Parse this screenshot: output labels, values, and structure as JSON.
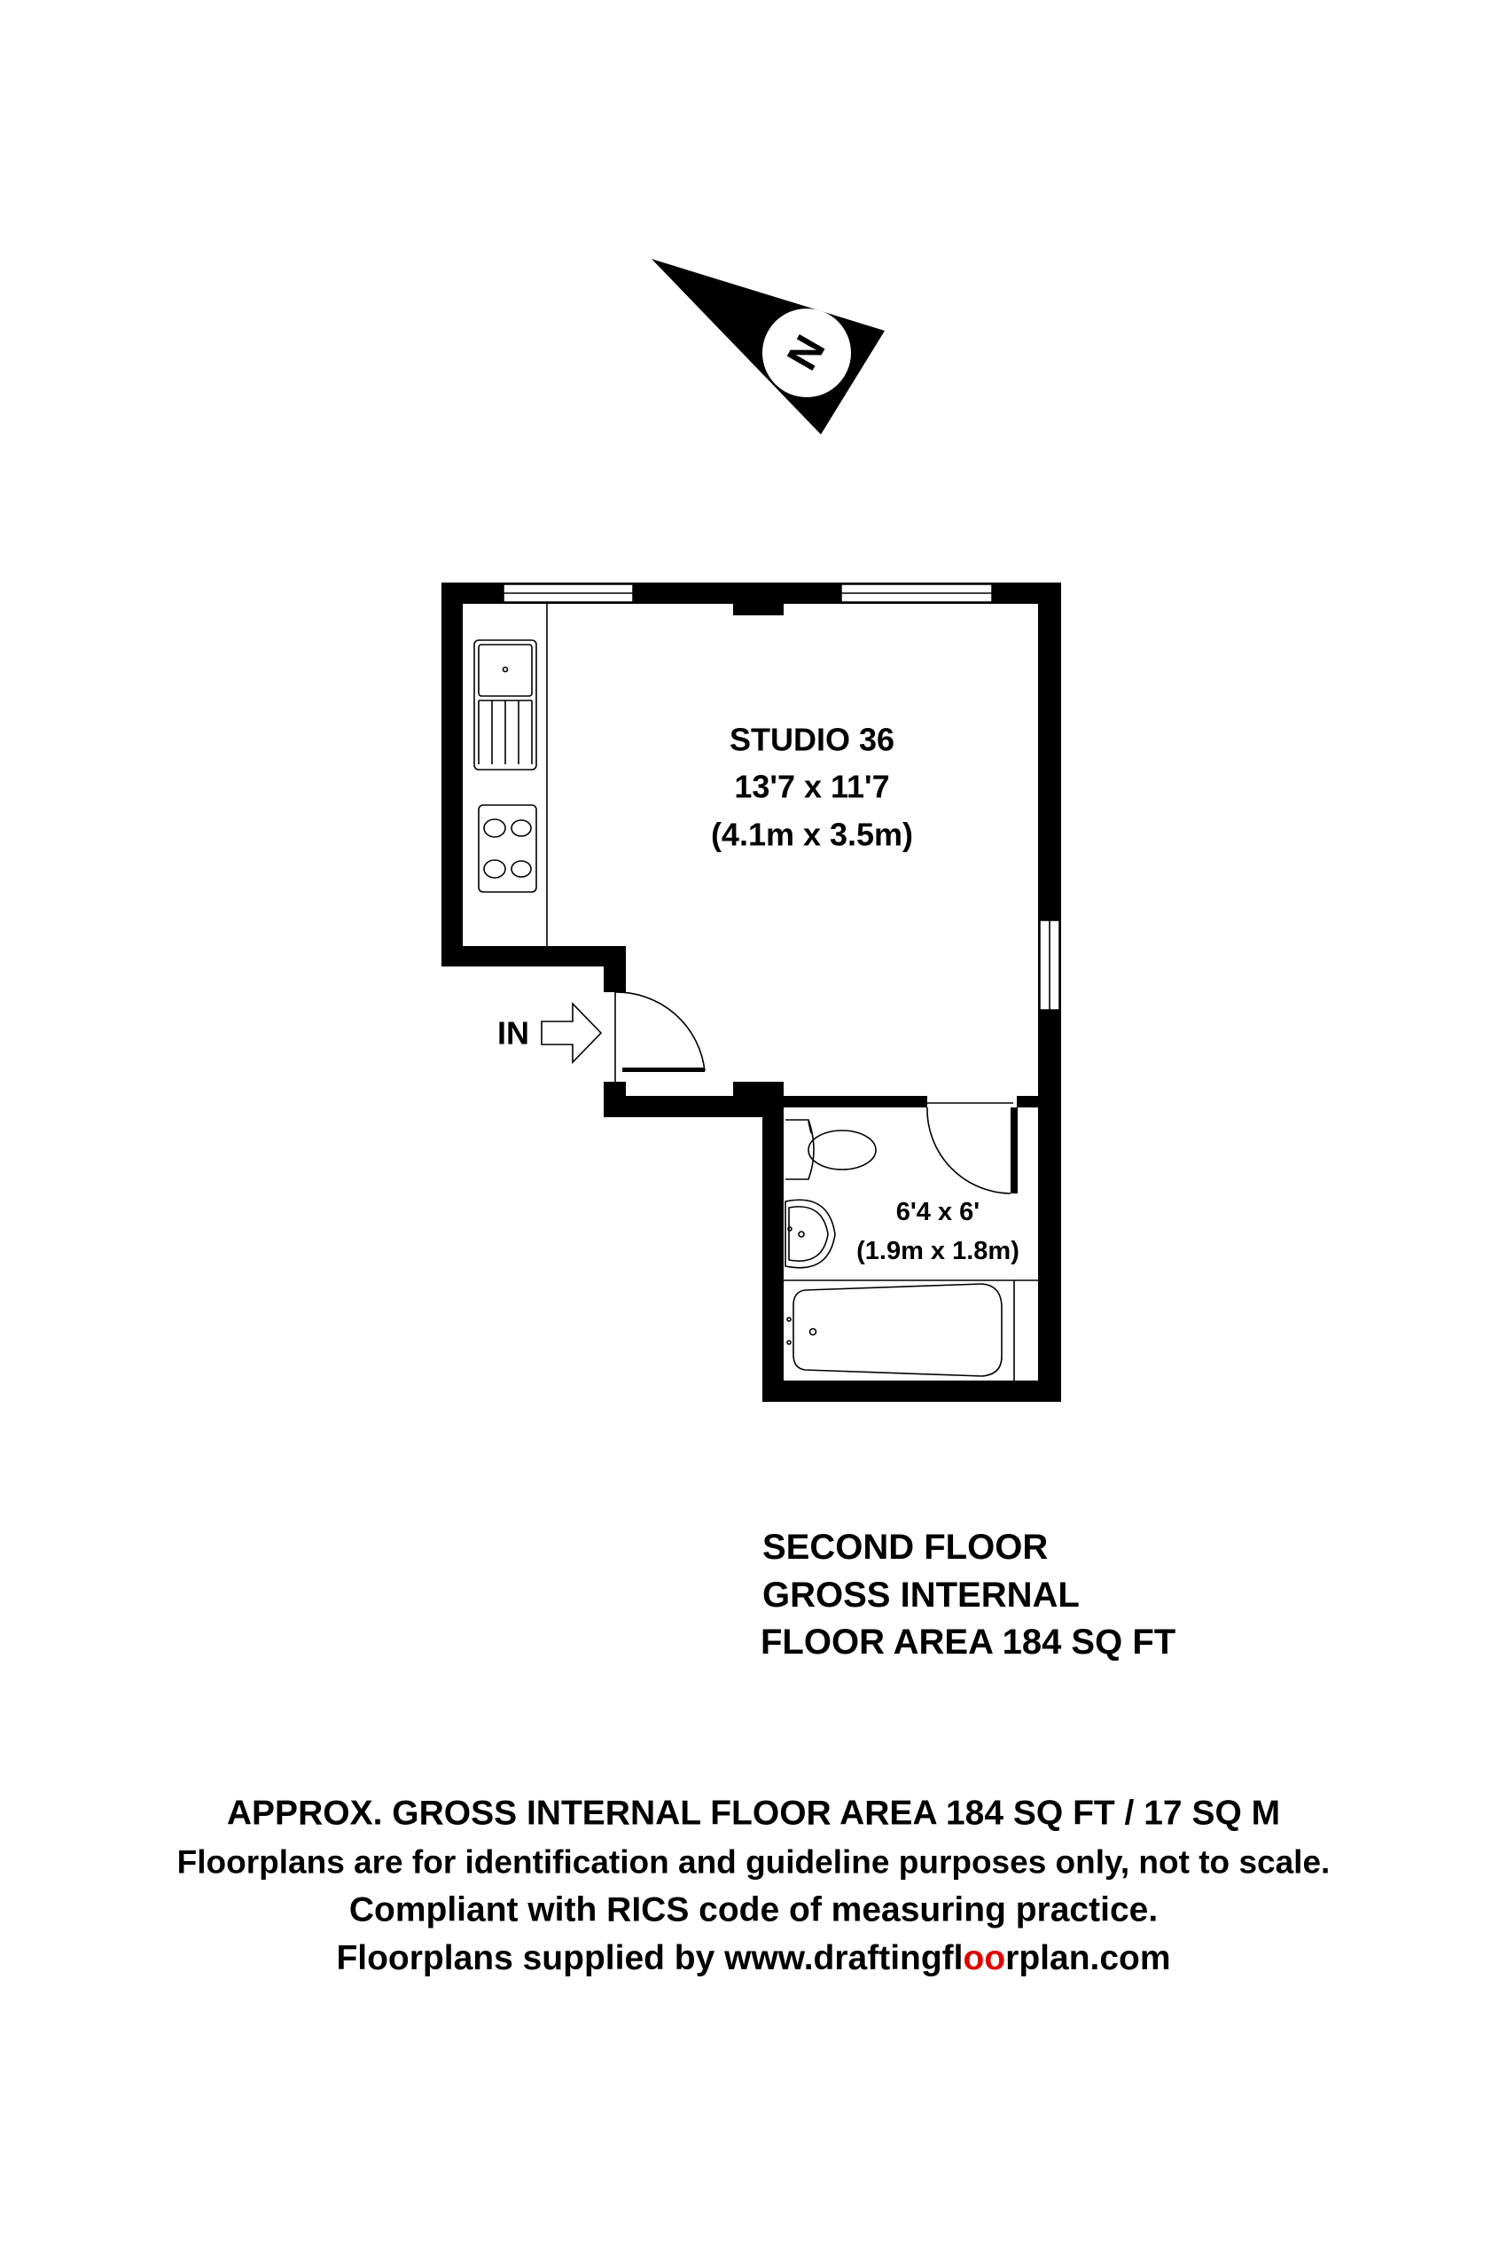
{
  "compass": {
    "letter": "N",
    "icon": "north-arrow-icon"
  },
  "rooms": {
    "studio": {
      "name": "STUDIO 36",
      "imperial": "13'7 x 11'7",
      "metric": "(4.1m x 3.5m)"
    },
    "bathroom": {
      "imperial": "6'4 x 6'",
      "metric": "(1.9m x 1.8m)"
    }
  },
  "entrance": {
    "label": "IN"
  },
  "floor_summary": {
    "line1": "SECOND FLOOR",
    "line2": "GROSS INTERNAL",
    "line3": "FLOOR AREA 184 SQ FT"
  },
  "footer": {
    "line1": "APPROX. GROSS INTERNAL FLOOR AREA 184 SQ FT / 17 SQ M",
    "line2": "Floorplans are for identification and guideline purposes only, not to scale.",
    "line3": "Compliant with RICS code of measuring practice.",
    "line4_prefix": "Floorplans supplied by www.draftingfl",
    "line4_highlight": "oo",
    "line4_suffix": "rplan.com"
  },
  "colors": {
    "text": "#000000",
    "accent": "#e00000",
    "background": "#ffffff"
  }
}
